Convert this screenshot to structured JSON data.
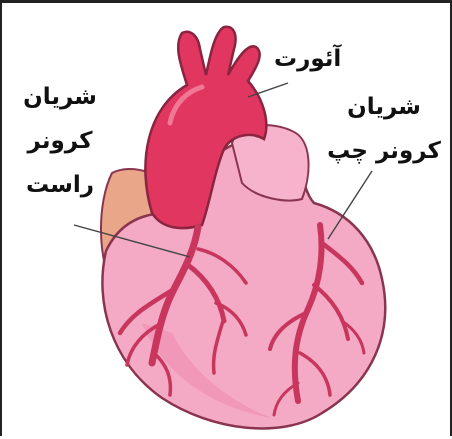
{
  "labels": {
    "aorta": "آئورت",
    "right_coronary": [
      "شریان",
      "کرونر",
      "راست"
    ],
    "left_coronary": [
      "شریان",
      "کرونر چپ"
    ]
  },
  "colors": {
    "heart_fill": "#f4a9c4",
    "heart_outline": "#8a3550",
    "aorta_fill": "#e0365f",
    "atrium_fill": "#e9a688",
    "vessel": "#c8365e",
    "pointer_line": "#444444"
  }
}
